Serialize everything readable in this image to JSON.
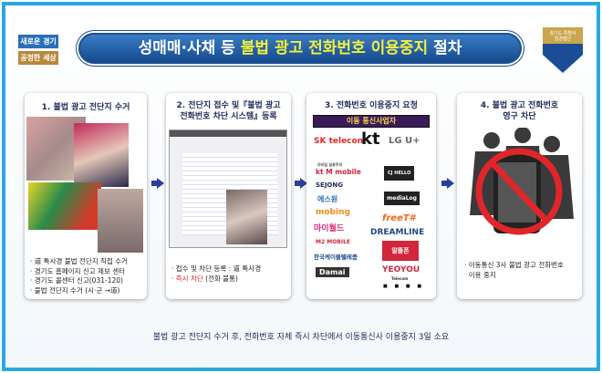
{
  "header": {
    "slogan_top": "새로운 경기",
    "slogan_bottom": "공정한 세상",
    "title_prefix": "성매매·사채 등 ",
    "title_highlight": "불법 광고 전화번호 이용중지",
    "title_suffix": " 절차",
    "badge_text": "경기도 특별사법경찰단"
  },
  "steps": [
    {
      "title": "1. 불법 광고 전단지 수거",
      "bullets": [
        "道 특사경 불법 전단지 직접 수거",
        "경기도 홈페이지 신고 제보 센터",
        "경기도 콜센터 신고(031-120)",
        "불법 전단지 수거 (시·군 →道)"
      ]
    },
    {
      "title_line1": "2. 전단지 접수 및『불법 광고",
      "title_line2": "전화번호 차단 시스템』등록",
      "bullets": [
        "접수 및 차단 등록 : 道 특사경"
      ],
      "red_bullet": "즉시 차단",
      "red_bullet_rest": " (전화 불통)"
    },
    {
      "title": "3. 전화번호 이용중지 요청",
      "carrier_header": "이동 통신사업자",
      "major_carriers": [
        "SK telecom",
        "kt",
        "LG U+"
      ],
      "mvno_left": [
        "kt M mobile",
        "SEJONG",
        "에스원",
        "mobing",
        "마이월드",
        "M2 MOBILE",
        "한국케이블텔레콤",
        "Damai"
      ],
      "mvno_right": [
        "CJ HELLO",
        "mediaLog",
        "freeT#",
        "DREAMLINE",
        "알뜰폰",
        "YEOYOU"
      ],
      "mvno_caption": "모바일 실용주의",
      "yeoyou_sub": "Telecom",
      "more": "■ ■ ■ ■"
    },
    {
      "title_line1": "4. 불법 광고 전화번호",
      "title_line2": "영구 차단",
      "bullets": [
        "이동통신 3사 불법 광고 전화번호",
        "이용 중지"
      ]
    }
  ],
  "footer": "불법 광고 전단지 수거 후, 전화번호 자체 즉시 차단에서 이동통신사 이용중지 3일 소요",
  "colors": {
    "border": "#29a9e1",
    "banner": "#1d4f93",
    "highlight": "#f3f03c",
    "arrow": "#2a3f9a",
    "red": "#e0262b"
  }
}
